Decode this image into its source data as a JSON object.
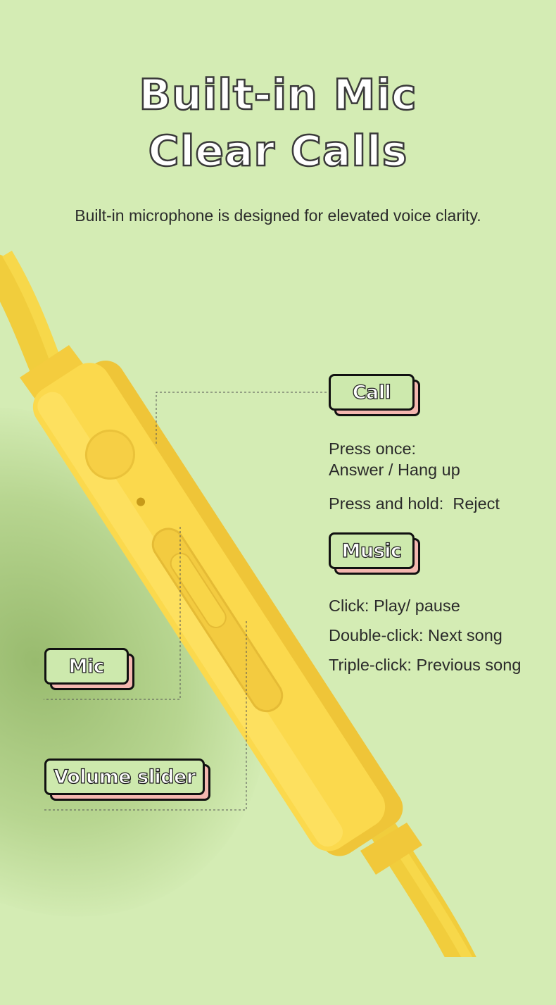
{
  "headline": {
    "line1": "Built-in Mic",
    "line2": "Clear Calls"
  },
  "subtitle": "Built-in microphone is designed for elevated voice clarity.",
  "labels": {
    "call": "Call",
    "music": "Music",
    "mic": "Mic",
    "volume": "Volume slider"
  },
  "call_desc": {
    "press_once": "Press once:",
    "answer": "Answer / Hang up",
    "hold": "Press and hold:  Reject"
  },
  "music_desc": {
    "click": "Click: Play/ pause",
    "double": "Double-click: Next song",
    "triple": "Triple-click: Previous song"
  },
  "colors": {
    "background": "#d4ecb4",
    "device_yellow": "#fbd94d",
    "tag_fill": "#cde9ad",
    "tag_shadow": "#f4b7b0"
  }
}
